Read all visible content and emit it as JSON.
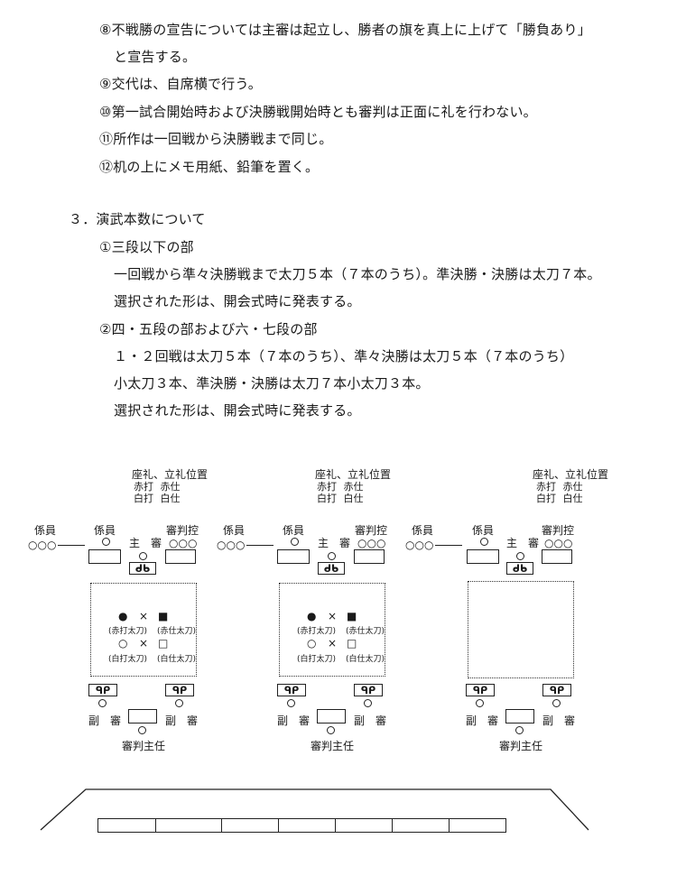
{
  "rules": [
    "⑧不戦勝の宣告については主審は起立し、勝者の旗を真上に上げて「勝負あり」",
    "と宣告する。",
    "⑨交代は、自席横で行う。",
    "⑩第一試合開始時および決勝戦開始時とも審判は正面に礼を行わない。",
    "⑪所作は一回戦から決勝戦まで同じ。",
    "⑫机の上にメモ用紙、鉛筆を置く。"
  ],
  "section3": {
    "heading": "３．演武本数について",
    "sub1_title": "①三段以下の部",
    "sub1_line1": "一回戦から準々決勝戦まで太刀５本（７本のうち）。準決勝・決勝は太刀７本。",
    "sub1_line2": "選択された形は、開会式時に発表する。",
    "sub2_title": "②四・五段の部および六・七段の部",
    "sub2_line1": "１・２回戦は太刀５本（７本のうち）、準々決勝は太刀５本（７本のうち）",
    "sub2_line2": "小太刀３本、準決勝・決勝は太刀７本小太刀３本。",
    "sub2_line3": "選択された形は、開会式時に発表する。"
  },
  "diagram": {
    "bow_position_label": "座礼、立礼位置",
    "aka_uchi": "赤打",
    "aka_shi": "赤仕",
    "shiro_uchi": "白打",
    "shiro_shi": "白仕",
    "kakariin": "係員",
    "kakariin_circles": "○○○",
    "shinpan_hikae": "審判控",
    "hikae_circles": "○○○",
    "shushin": "主　審",
    "fukushin": "副　審",
    "shinpan_shunin": "審判主任",
    "aka_uchi_tachi": "(赤打太刀)",
    "aka_shi_tachi": "(赤仕太刀)",
    "shiro_uchi_tachi": "(白打太刀)",
    "shiro_shi_tachi": "(白仕太刀)",
    "black_circle": "●",
    "white_circle": "○",
    "cross": "×",
    "black_square": "■",
    "white_square": "□",
    "flag_pair_glyph": "ᑫᑭ",
    "table_glyph": "ᑯᑲ"
  }
}
